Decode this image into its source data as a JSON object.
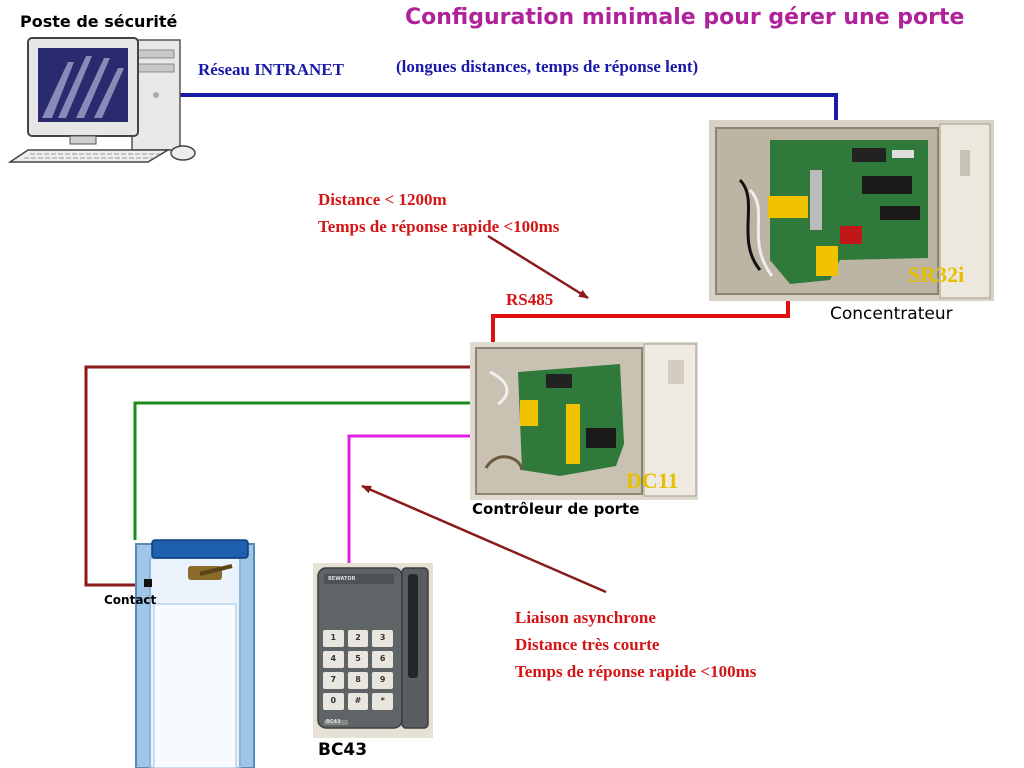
{
  "title": "Configuration minimale pour gérer une porte",
  "poste": {
    "label": "Poste de sécurité"
  },
  "network": {
    "label": "Réseau INTRANET",
    "sublabel": "(longues distances, temps de réponse lent)",
    "color": "#1a1aa8"
  },
  "link_rs485": {
    "line1": "Distance < 1200m",
    "line2": "Temps de réponse rapide <100ms",
    "label": "RS485",
    "color": "#e01010"
  },
  "concentrator": {
    "name": "SR32i",
    "label": "Concentrateur"
  },
  "controller": {
    "name": "DC11",
    "label": "Contrôleur de porte"
  },
  "link_async": {
    "line1": "Liaison asynchrone",
    "line2": "Distance très courte",
    "line3": "Temps de réponse rapide <100ms"
  },
  "door": {
    "contact_label": "Contact"
  },
  "keypad": {
    "label": "BC43",
    "brand": "BEWATOR",
    "model": "BC43",
    "keys": [
      "1",
      "2",
      "3",
      "4",
      "5",
      "6",
      "7",
      "8",
      "9",
      "0",
      "#",
      "*"
    ]
  },
  "colors": {
    "door_wire": "#8b1a1a",
    "green_wire": "#1d8a1d",
    "magenta_wire": "#e020e0",
    "arrow": "#8b1a1a"
  }
}
